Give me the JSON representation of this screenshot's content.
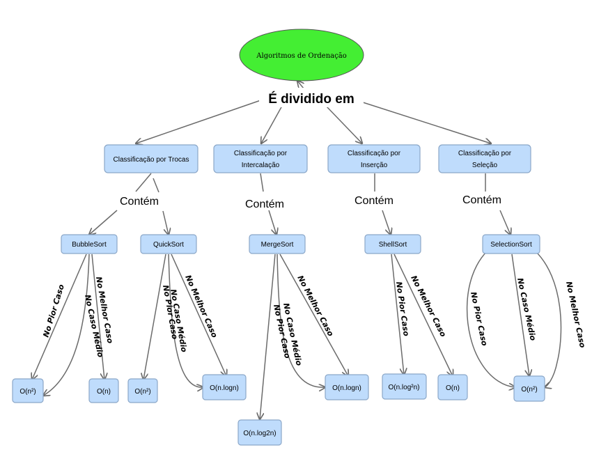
{
  "root": {
    "label": "Algoritmos de Ordenação",
    "color": "#44ee33"
  },
  "root_link_label": "É dividido em",
  "categories": [
    {
      "id": "trocas",
      "label": [
        "Classificação por Trocas"
      ]
    },
    {
      "id": "intercalacao",
      "label": [
        "Classificação por",
        "Intercalação"
      ]
    },
    {
      "id": "insercao",
      "label": [
        "Classificação por",
        "Inserção"
      ]
    },
    {
      "id": "selecao",
      "label": [
        "Classificação por",
        "Seleção"
      ]
    }
  ],
  "contains_label": "Contém",
  "algorithms": [
    {
      "id": "bubble",
      "label": "BubbleSort"
    },
    {
      "id": "quick",
      "label": "QuickSort"
    },
    {
      "id": "merge",
      "label": "MergeSort"
    },
    {
      "id": "shell",
      "label": "ShellSort"
    },
    {
      "id": "selection",
      "label": "SelectionSort"
    }
  ],
  "complexities": {
    "bubble_worst": "O(n²)",
    "bubble_best": "O(n)",
    "quick_worst": "O(n²)",
    "quick_avg_best": "O(n.logn)",
    "merge_worst": "O(n.log2n)",
    "merge_avg_best": "O(n.logn)",
    "shell_worst": "O(n.log²n)",
    "shell_best": "O(n)",
    "selection_all": "O(n²)"
  },
  "case_labels": {
    "worst": "No Pior Caso",
    "average": "No Caso Médio",
    "best": "No Melhor Caso"
  },
  "colors": {
    "node_fill": "#bfdcfc",
    "node_border": "#8ba7c8",
    "root_fill": "#44ee33"
  }
}
